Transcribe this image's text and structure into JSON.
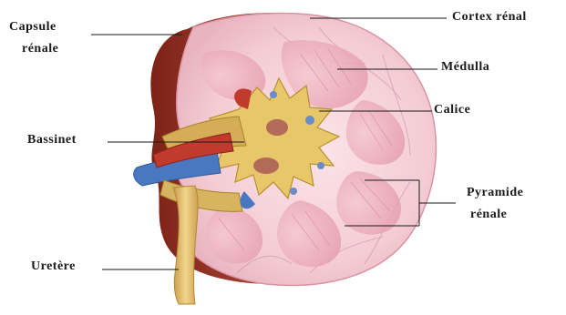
{
  "diagram": {
    "labels": {
      "capsule": [
        "Capsule",
        "rénale"
      ],
      "cortex": "Cortex rénal",
      "medulla": "Médulla",
      "calice": "Calice",
      "bassinet": "Bassinet",
      "pyramide": [
        "Pyramide",
        "rénale"
      ],
      "uretere": "Uretère"
    },
    "colors": {
      "capsule": "#a33a30",
      "cortex": "#f0c4cc",
      "medulla": "#e8a8b4",
      "pelvis": "#e8c66a",
      "vein": "#4a78c0",
      "artery": "#c03a2e",
      "ureter": "#e3b868",
      "leader": "#1a1a1a"
    }
  }
}
